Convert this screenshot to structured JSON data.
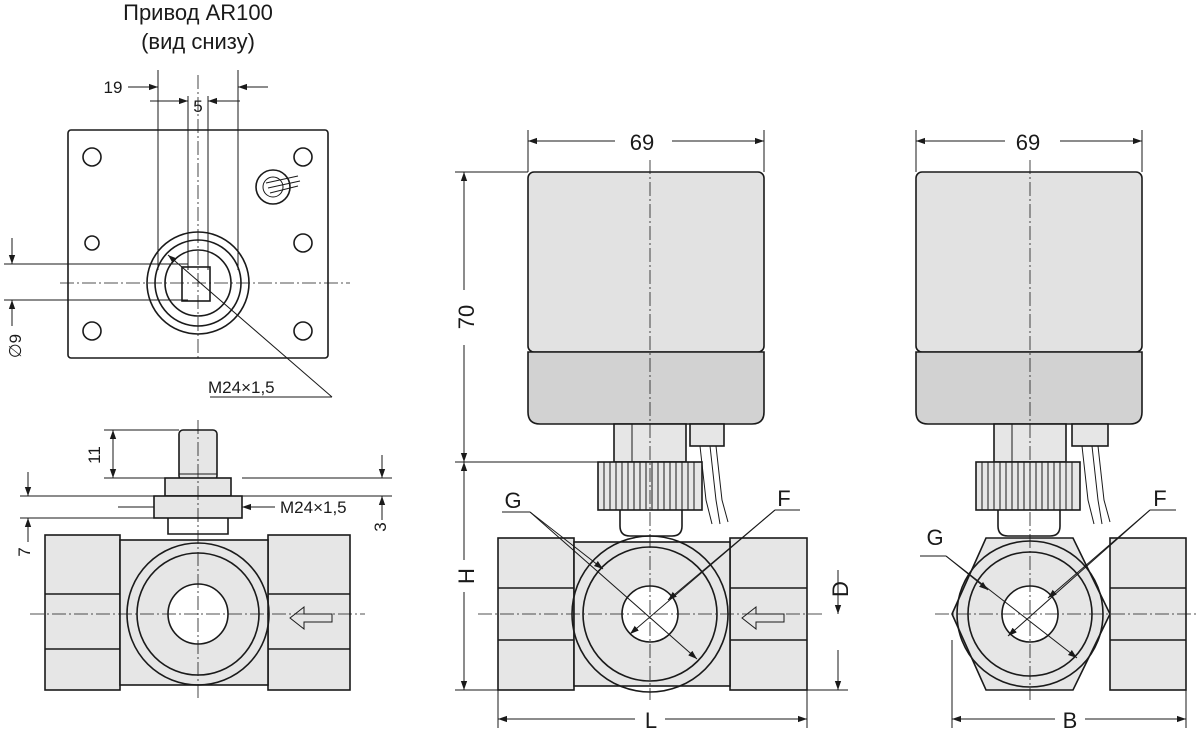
{
  "title": {
    "line1": "Привод AR100",
    "line2": "(вид снизу)"
  },
  "bottom_view": {
    "dim_19": "19",
    "dim_5": "5",
    "dim_d9": "∅9",
    "thread": "M24×1,5"
  },
  "side_view": {
    "dim_11": "11",
    "dim_3": "3",
    "dim_7": "7",
    "thread": "M24×1,5"
  },
  "front_view": {
    "width": "69",
    "height": "70",
    "G": "G",
    "F": "F",
    "H": "H",
    "D": "D",
    "L": "L"
  },
  "right_view": {
    "width": "69",
    "G": "G",
    "F": "F",
    "B": "B"
  }
}
